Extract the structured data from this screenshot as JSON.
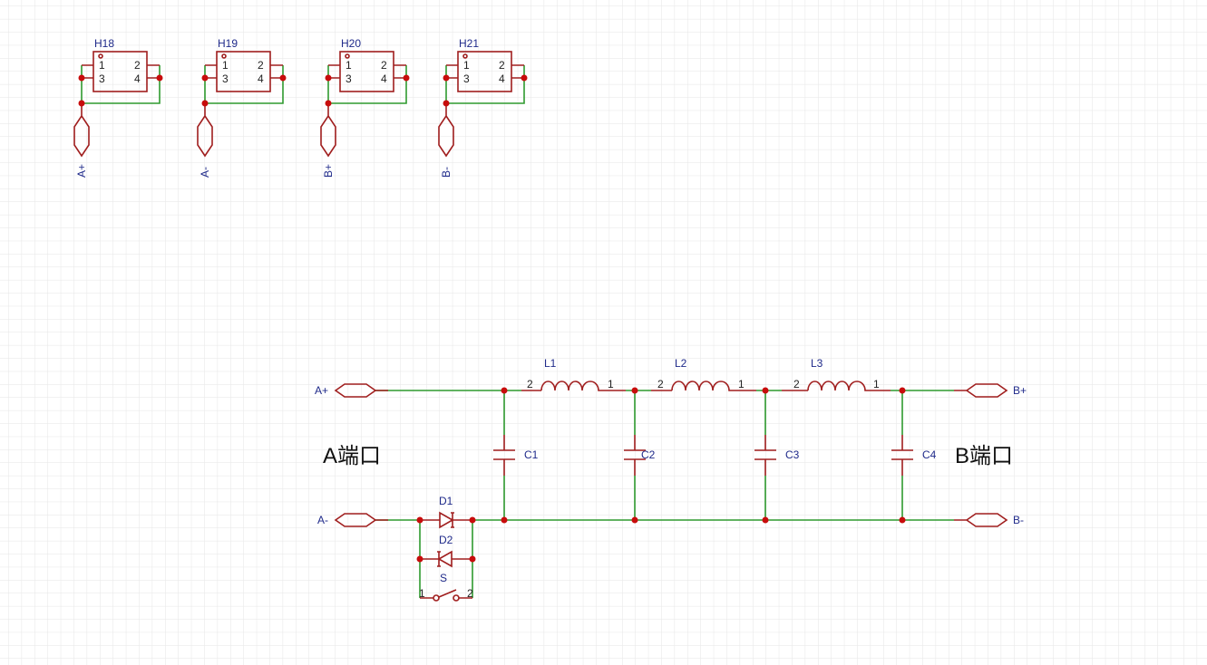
{
  "headers": [
    {
      "ref": "H18",
      "net": "A+",
      "pins": [
        "1",
        "2",
        "3",
        "4"
      ]
    },
    {
      "ref": "H19",
      "net": "A-",
      "pins": [
        "1",
        "2",
        "3",
        "4"
      ]
    },
    {
      "ref": "H20",
      "net": "B+",
      "pins": [
        "1",
        "2",
        "3",
        "4"
      ]
    },
    {
      "ref": "H21",
      "net": "B-",
      "pins": [
        "1",
        "2",
        "3",
        "4"
      ]
    }
  ],
  "ports": {
    "a_plus": "A+",
    "a_minus": "A-",
    "b_plus": "B+",
    "b_minus": "B-"
  },
  "inductors": [
    {
      "ref": "L1",
      "pin_left": "2",
      "pin_right": "1"
    },
    {
      "ref": "L2",
      "pin_left": "2",
      "pin_right": "1"
    },
    {
      "ref": "L3",
      "pin_left": "2",
      "pin_right": "1"
    }
  ],
  "capacitors": [
    "C1",
    "C2",
    "C3",
    "C4"
  ],
  "diodes": [
    "D1",
    "D2"
  ],
  "switch": {
    "ref": "S",
    "pin_left": "1",
    "pin_right": "2"
  },
  "annotations": {
    "port_a": "A端口",
    "port_b": "B端口"
  },
  "colors": {
    "wire": "#2f9a2f",
    "component": "#a01e1e",
    "junction": "#c80c0c",
    "label": "#1f2a8a"
  }
}
